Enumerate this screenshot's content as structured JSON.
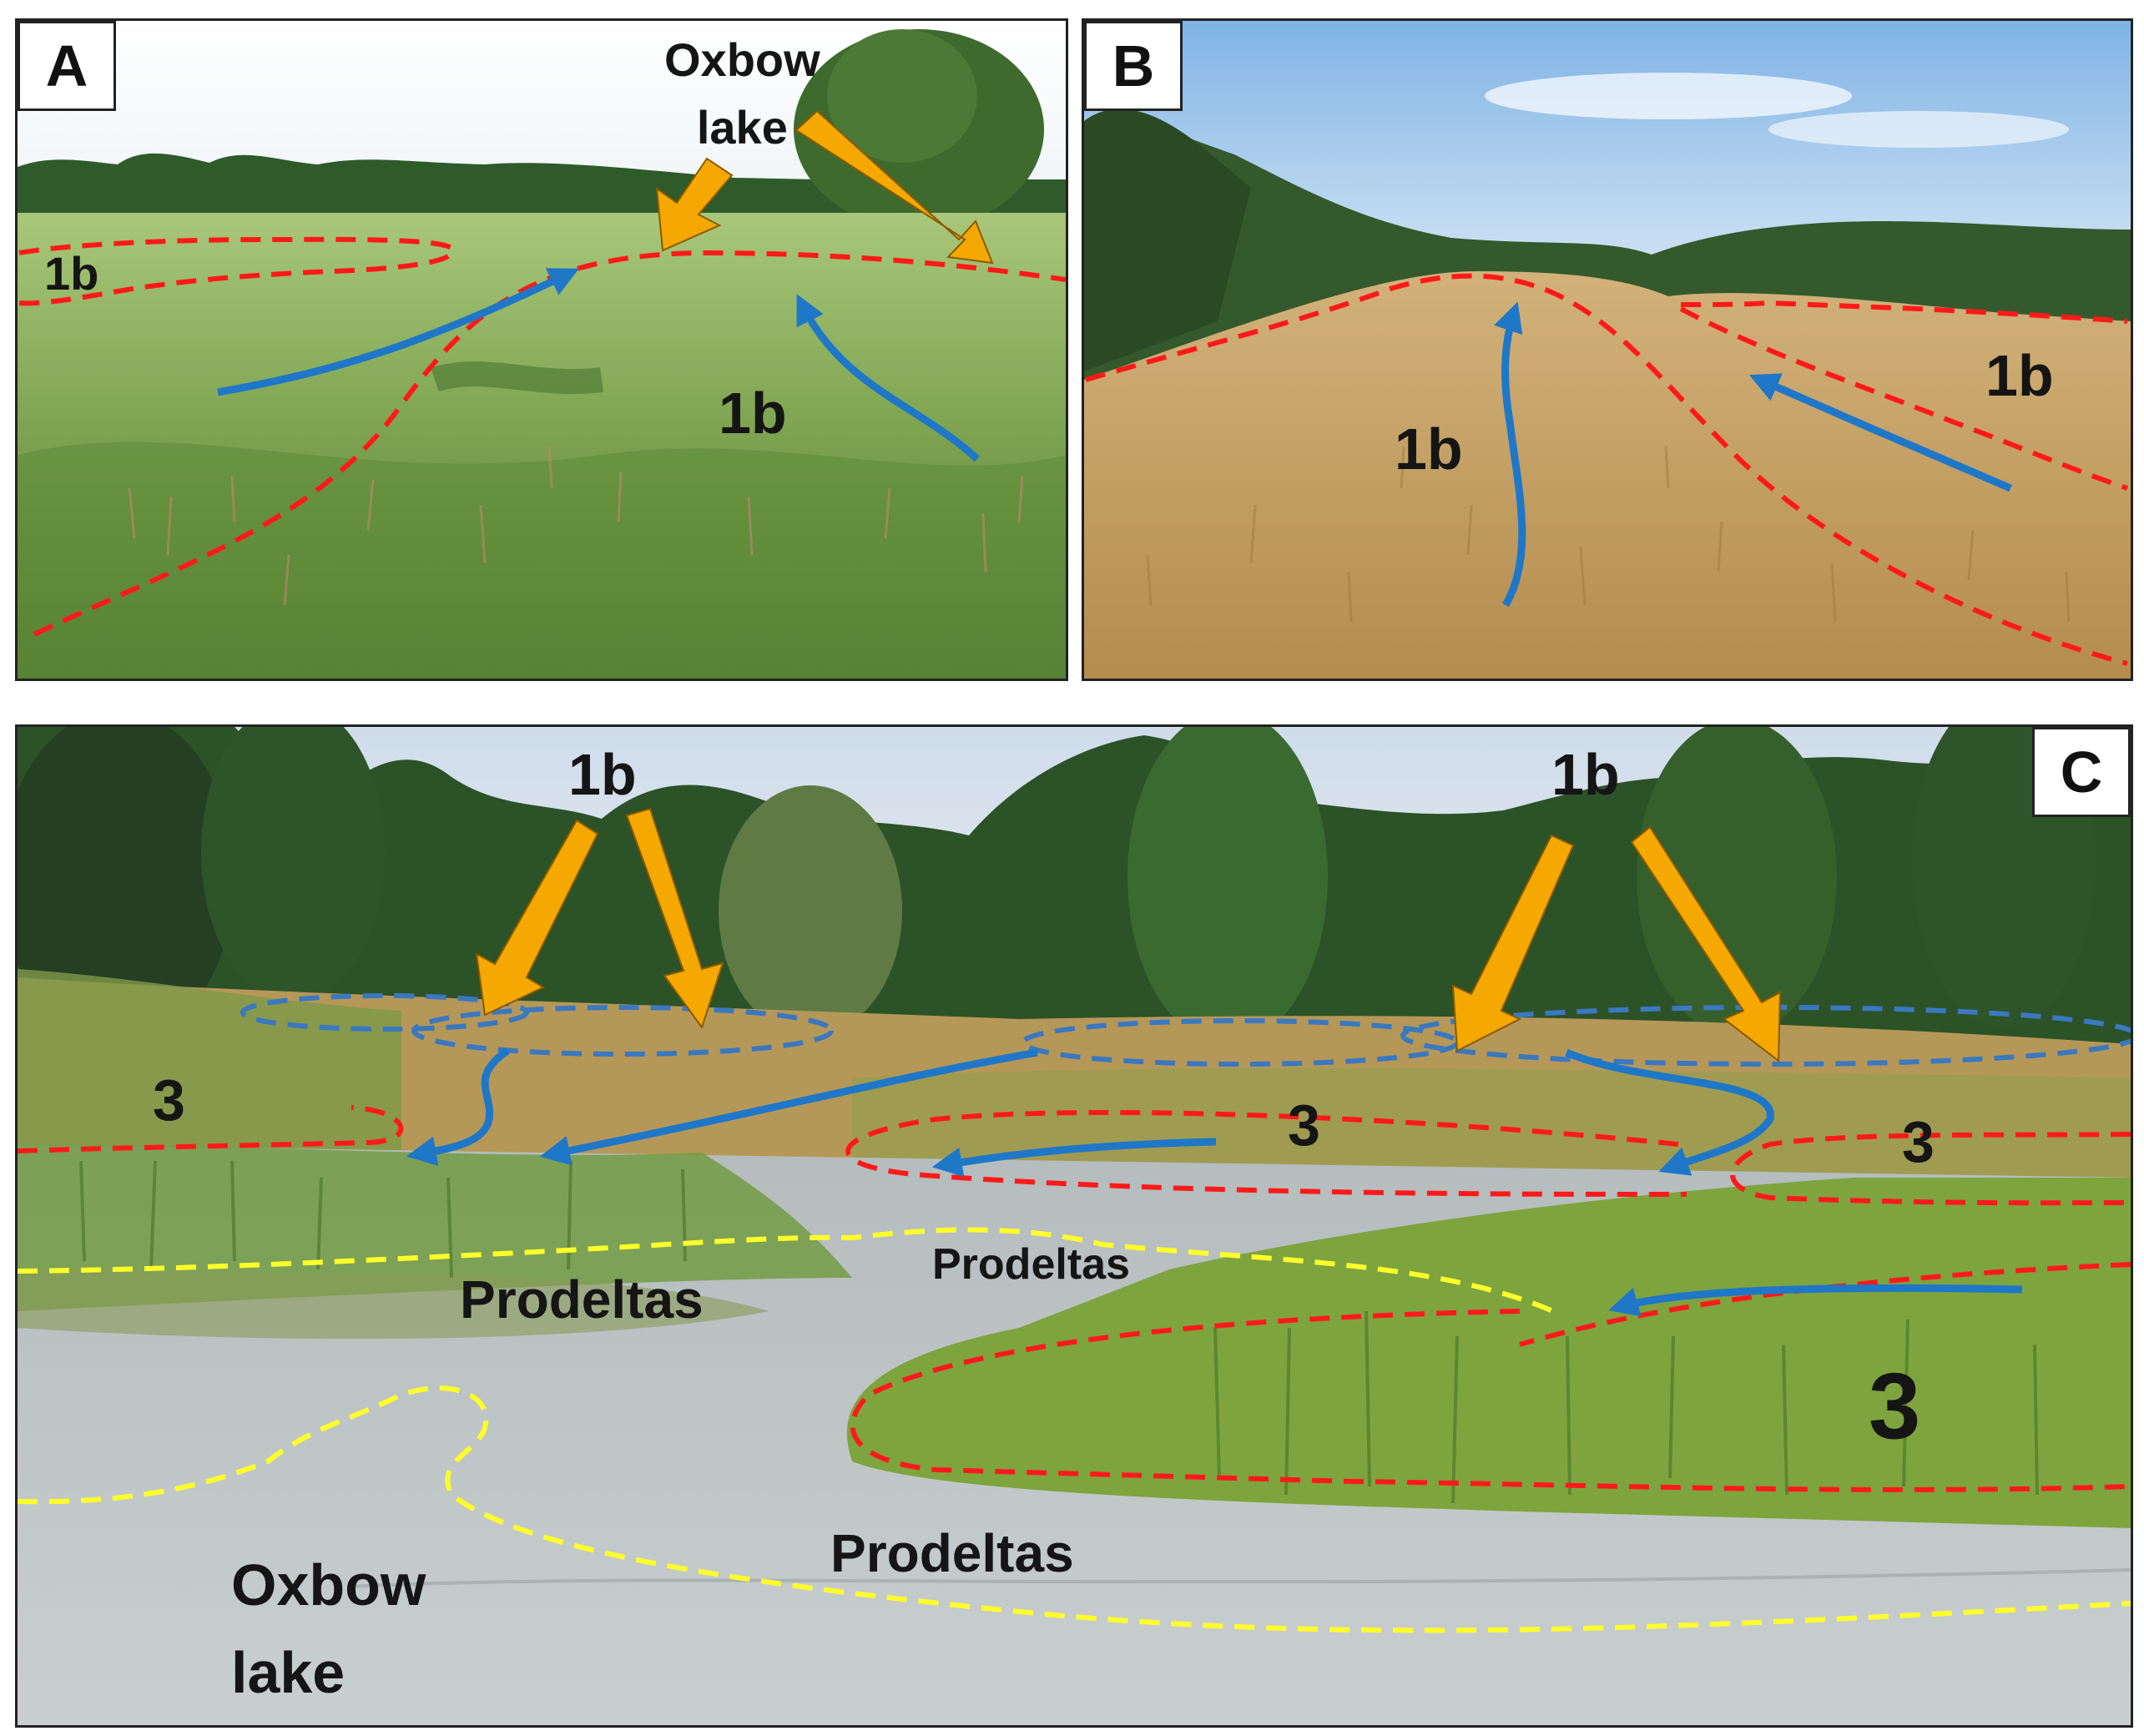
{
  "panels": {
    "a": {
      "letter": "A",
      "labels": {
        "top_left": "1b",
        "center": "1b",
        "oxbow_line1": "Oxbow",
        "oxbow_line2": "lake"
      }
    },
    "b": {
      "letter": "B",
      "labels": {
        "center": "1b",
        "right": "1b"
      }
    },
    "c": {
      "letter": "C",
      "labels": {
        "top_left_1b": "1b",
        "top_right_1b": "1b",
        "three_left": "3",
        "three_mid": "3",
        "three_right": "3",
        "three_big": "3",
        "prodeltas_left": "Prodeltas",
        "prodeltas_small": "Prodeltas",
        "prodeltas_bottom": "Prodeltas",
        "oxbow_line1": "Oxbow",
        "oxbow_line2": "lake"
      }
    }
  },
  "colors": {
    "boundary_red": "#ff1a1a",
    "flow_blue": "#1f77c8",
    "pointer_orange": "#f5a800",
    "prodelta_yellow": "#ffff2a",
    "levee_blue": "#3a78c0"
  }
}
